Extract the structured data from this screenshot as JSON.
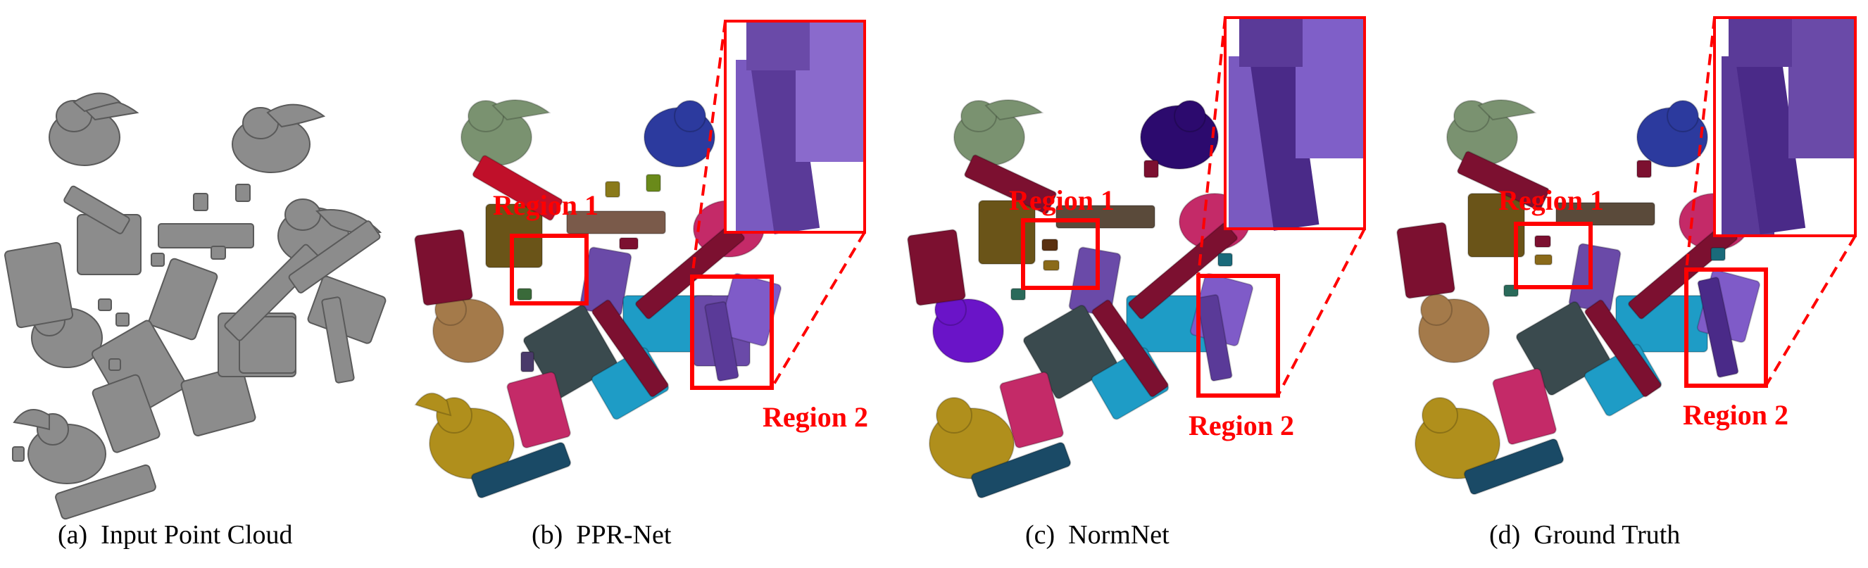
{
  "panels": [
    {
      "id": "a",
      "caption": "(a)  Input Point Cloud",
      "region_labels": []
    },
    {
      "id": "b",
      "caption": "(b)  PPR-Net",
      "region_labels": [
        "Region 1",
        "Region 2"
      ]
    },
    {
      "id": "c",
      "caption": "(c)  NormNet",
      "region_labels": [
        "Region 1",
        "Region 2"
      ]
    },
    {
      "id": "d",
      "caption": "(d)  Ground Truth",
      "region_labels": [
        "Region 1",
        "Region 2"
      ]
    }
  ],
  "colors": {
    "highlight_box": "#ff0000",
    "input_gray": "#8c8c8c",
    "bunny_green": "#7a9270",
    "bunny_gold": "#b08f1c",
    "bunny_tan": "#a47a4a",
    "bunny_blue": "#2c3a9e",
    "bunny_purple": "#6a14c8",
    "purple_part": "#6a4aa8",
    "magenta": "#c42a68",
    "crimson": "#7c1030",
    "cyan": "#1e9cc6",
    "dark_teal": "#1a4a66",
    "dark_gray": "#3a4a4e",
    "olive": "#6a5418"
  }
}
